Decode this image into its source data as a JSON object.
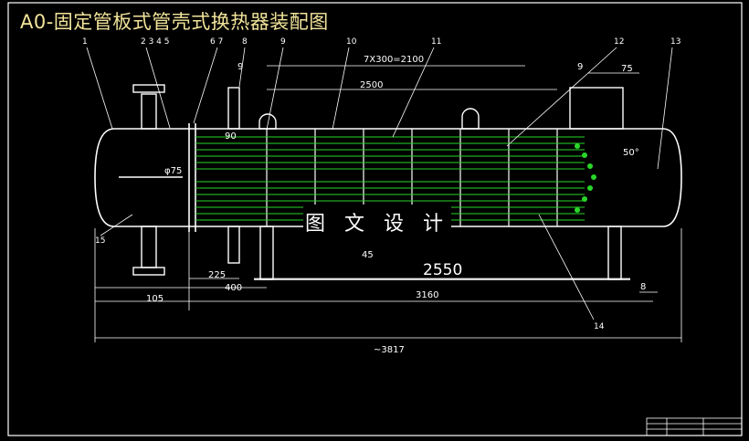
{
  "title": "A0-固定管板式管壳式换热器装配图",
  "watermark": "图 文 设 计",
  "dimensions": {
    "spacing": "7X300=2100",
    "d2500": "2500",
    "d2550": "2550",
    "d3160": "3160",
    "d3817": "~3817",
    "d105": "105",
    "d225": "225",
    "d400": "400",
    "d75": "75",
    "d8": "8",
    "d9a": "9",
    "d9b": "9",
    "d90": "90",
    "angle": "50°",
    "dia": "φ75",
    "d45": "45"
  },
  "part_labels": [
    "1",
    "2 3 4 5",
    "6 7",
    "8",
    "9",
    "10",
    "11",
    "12",
    "13",
    "14",
    "15"
  ],
  "colors": {
    "background": "#000000",
    "outline": "#ffffff",
    "tubes": "#29d629",
    "dimension": "#ffffff",
    "title": "#f2e49a",
    "leader": "#ffffff"
  }
}
